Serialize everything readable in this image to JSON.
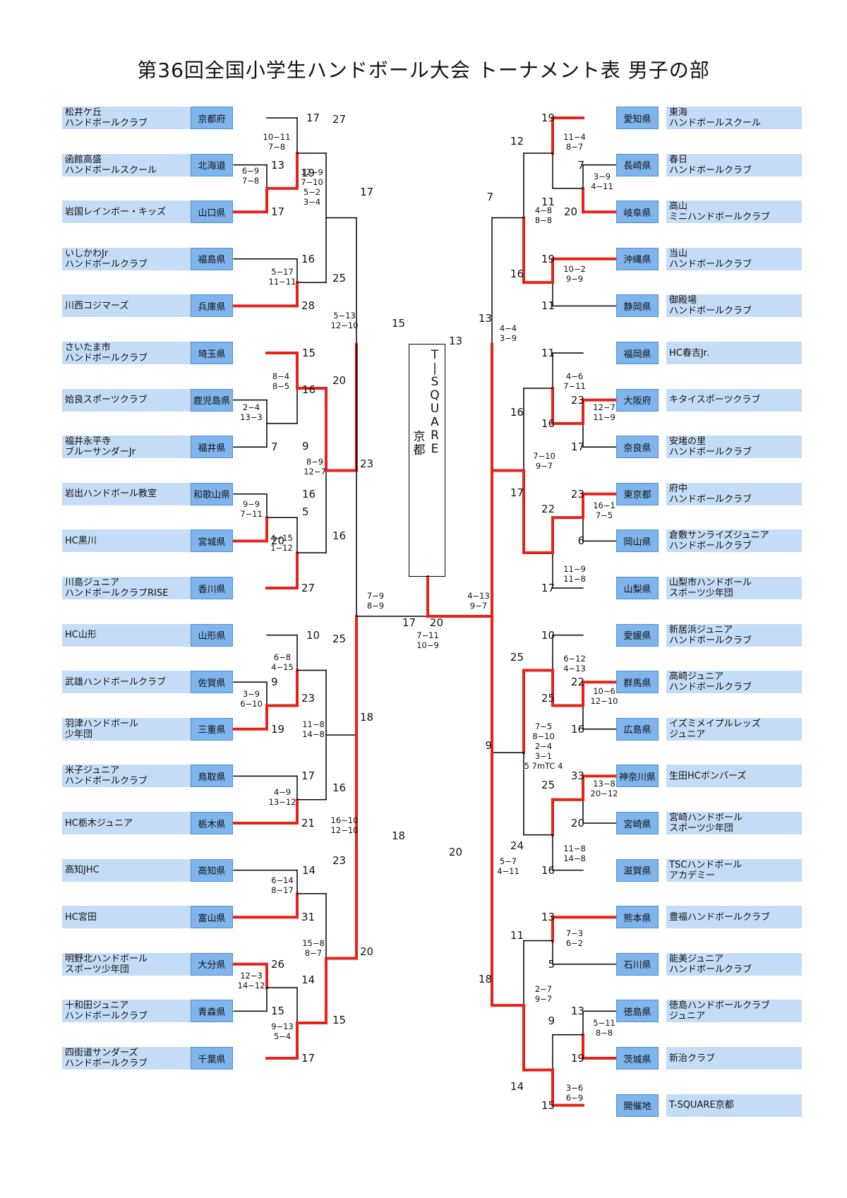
{
  "title": "第36回全国小学生ハンドボール大会 トーナメント表 男子の部",
  "colors": {
    "win_line": "#e8211a",
    "line": "#000000",
    "team_bg": "#c5dcf6",
    "pref_bg": "#7fb4ec"
  },
  "left_teams": [
    {
      "team": "松井ケ丘\nハンドボールクラブ",
      "pref": "京都府"
    },
    {
      "team": "函館高盛\nハンドボールスクール",
      "pref": "北海道"
    },
    {
      "team": "岩国レインボー・キッズ",
      "pref": "山口県"
    },
    {
      "team": "いしかわJr\nハンドボールクラブ",
      "pref": "福島県"
    },
    {
      "team": "川西コジマーズ",
      "pref": "兵庫県"
    },
    {
      "team": "さいたま市\nハンドボールクラブ",
      "pref": "埼玉県"
    },
    {
      "team": "姶良スポーツクラブ",
      "pref": "鹿児島県"
    },
    {
      "team": "福井永平寺\nブルーサンダーJr",
      "pref": "福井県"
    },
    {
      "team": "岩出ハンドボール教室",
      "pref": "和歌山県"
    },
    {
      "team": "HC黒川",
      "pref": "宮城県"
    },
    {
      "team": "川島ジュニア\nハンドボールクラブRISE",
      "pref": "香川県"
    },
    {
      "team": "HC山形",
      "pref": "山形県"
    },
    {
      "team": "武雄ハンドボールクラブ",
      "pref": "佐賀県"
    },
    {
      "team": "羽津ハンドボール\n少年団",
      "pref": "三重県"
    },
    {
      "team": "米子ジュニア\nハンドボールクラブ",
      "pref": "鳥取県"
    },
    {
      "team": "HC栃木ジュニア",
      "pref": "栃木県"
    },
    {
      "team": "高知JHC",
      "pref": "高知県"
    },
    {
      "team": "HC宮田",
      "pref": "富山県"
    },
    {
      "team": "明野北ハンドボール\nスポーツ少年団",
      "pref": "大分県"
    },
    {
      "team": "十和田ジュニア\nハンドボールクラブ",
      "pref": "青森県"
    },
    {
      "team": "四街道サンダーズ\nハンドボールクラブ",
      "pref": "千葉県"
    }
  ],
  "right_teams": [
    {
      "team": "東海\nハンドボールスクール",
      "pref": "愛知県"
    },
    {
      "team": "春日\nハンドボールクラブ",
      "pref": "長崎県"
    },
    {
      "team": "高山\nミニハンドボールクラブ",
      "pref": "岐阜県"
    },
    {
      "team": "当山\nハンドボールクラブ",
      "pref": "沖縄県"
    },
    {
      "team": "御殿場\nハンドボールクラブ",
      "pref": "静岡県"
    },
    {
      "team": "HC春吉Jr.",
      "pref": "福岡県"
    },
    {
      "team": "キタイスポーツクラブ",
      "pref": "大阪府"
    },
    {
      "team": "安堵の里\nハンドボールクラブ",
      "pref": "奈良県"
    },
    {
      "team": "府中\nハンドボールクラブ",
      "pref": "東京都"
    },
    {
      "team": "倉敷サンライズジュニア\nハンドボールクラブ",
      "pref": "岡山県"
    },
    {
      "team": "山梨市ハンドボール\nスポーツ少年団",
      "pref": "山梨県"
    },
    {
      "team": "新居浜ジュニア\nハンドボールクラブ",
      "pref": "愛媛県"
    },
    {
      "team": "高崎ジュニア\nハンドボールクラブ",
      "pref": "群馬県"
    },
    {
      "team": "イズミメイプルレッズ\nジュニア",
      "pref": "広島県"
    },
    {
      "team": "生田HCボンバーズ",
      "pref": "神奈川県"
    },
    {
      "team": "宮崎ハンドボール\nスポーツ少年団",
      "pref": "宮崎県"
    },
    {
      "team": "TSCハンドボール\nアカデミー",
      "pref": "滋賀県"
    },
    {
      "team": "豊福ハンドボールクラブ",
      "pref": "熊本県"
    },
    {
      "team": "能美ジュニア\nハンドボールクラブ",
      "pref": "石川県"
    },
    {
      "team": "徳島ハンドボールクラブ\nジュニア",
      "pref": "徳島県"
    },
    {
      "team": "新治クラブ",
      "pref": "茨城県"
    },
    {
      "team": "T-SQUARE京都",
      "pref": "開催地"
    }
  ],
  "champion_box": {
    "label_1": "T\n|\nS\nQ\nU\nA\nR\nE",
    "label_2": "京\n都"
  },
  "scores": [
    "17",
    "13",
    "17",
    "19",
    "27",
    "16",
    "28",
    "25",
    "17",
    "16",
    "15",
    "9",
    "7",
    "20",
    "16",
    "5",
    "20",
    "27",
    "16",
    "23",
    "15",
    "10",
    "9",
    "19",
    "23",
    "25",
    "17",
    "21",
    "16",
    "18",
    "14",
    "31",
    "26",
    "15",
    "14",
    "23",
    "17",
    "15",
    "20",
    "18",
    "17",
    "20",
    "19",
    "7",
    "20",
    "11",
    "12",
    "19",
    "11",
    "16",
    "7",
    "11",
    "23",
    "16",
    "17",
    "16",
    "23",
    "6",
    "22",
    "17",
    "17",
    "13",
    "13",
    "10",
    "22",
    "16",
    "25",
    "25",
    "33",
    "20",
    "16",
    "25",
    "24",
    "9",
    "13",
    "5",
    "11",
    "13",
    "19",
    "9",
    "15",
    "14",
    "18",
    "20"
  ],
  "periods": [
    "10−11\n7−8",
    "6−9\n7−8",
    "12−9\n7−10\n5−2\n3−4",
    "5−17\n11−11",
    "8−4\n8−5",
    "2−4\n13−3",
    "9−9\n7−11",
    "4−15\n1−12",
    "8−9\n12−7",
    "5−13\n12−10",
    "6−8\n4−15",
    "3−9\n6−10",
    "11−8\n14−8",
    "4−9\n13−12",
    "6−14\n8−17",
    "12−3\n14−12",
    "9−13\n5−4",
    "15−8\n8−7",
    "16−10\n12−10",
    "7−9\n8−9",
    "7−11\n10−9",
    "11−4\n8−7",
    "3−9\n4−11",
    "4−8\n8−8",
    "10−2\n9−9",
    "4−6\n7−11",
    "12−7\n11−9",
    "7−10\n9−7",
    "16−1\n7−5",
    "11−9\n11−8",
    "4−4\n3−9",
    "6−12\n4−13",
    "10−6\n12−10",
    "7−5\n8−10\n2−4\n3−1\n5 7mTC 4",
    "13−8\n20−12",
    "11−8\n14−8",
    "7−3\n6−2",
    "5−11\n8−8",
    "3−6\n6−9",
    "2−7\n9−7",
    "5−7\n4−11",
    "4−13\n9−7"
  ]
}
